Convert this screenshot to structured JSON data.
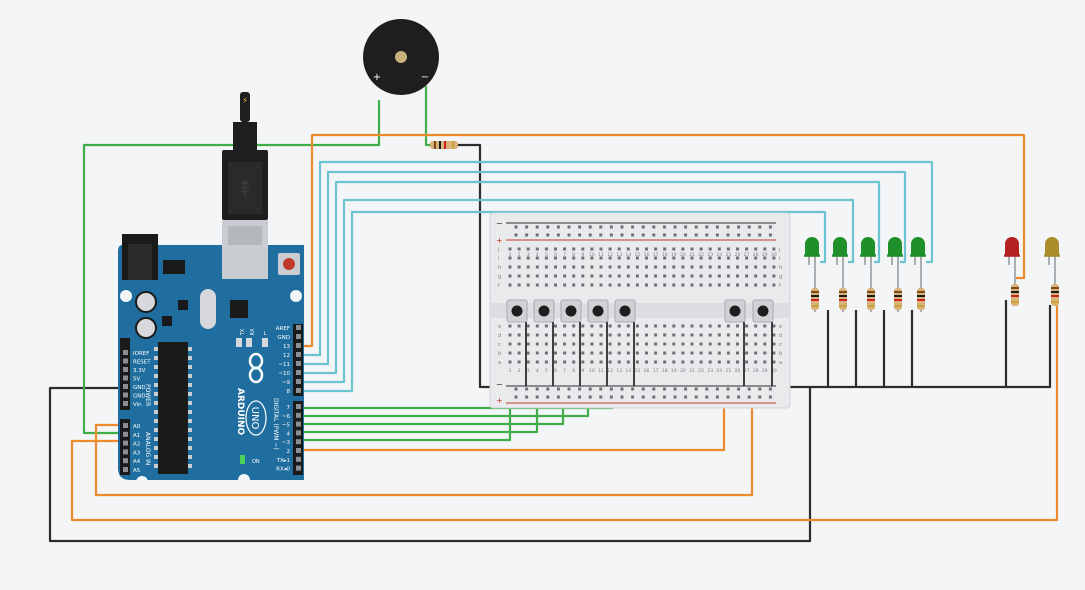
{
  "arduino": {
    "brand": "ARDUINO",
    "model": "UNO",
    "digital_label": "DIGITAL (PWM ~)",
    "power_label": "POWER",
    "analog_label": "ANALOG IN",
    "on_label": "ON",
    "l_label": "L",
    "tx_label": "TX",
    "rx_label": "RX",
    "top_pins": [
      "AREF",
      "GND",
      "13",
      "12",
      "~11",
      "~10",
      "~9",
      "8"
    ],
    "bottom_pins": [
      "7",
      "~6",
      "~5",
      "4",
      "~3",
      "2",
      "TX▸1",
      "RX◂0"
    ],
    "power_pins": [
      "IOREF",
      "RESET",
      "3.3V",
      "5V",
      "GND",
      "GND",
      "Vin"
    ],
    "analog_pins": [
      "A0",
      "A1",
      "A2",
      "A3",
      "A4",
      "A5"
    ]
  },
  "buzzer": {
    "plus": "+",
    "minus": "−"
  },
  "breadboard": {
    "rail_plus": "+",
    "rail_minus": "−",
    "row_letters_top": [
      "j",
      "i",
      "h",
      "g",
      "f"
    ],
    "row_letters_bottom": [
      "e",
      "d",
      "c",
      "b",
      "a"
    ],
    "column_numbers": [
      "1",
      "2",
      "3",
      "4",
      "5",
      "6",
      "7",
      "8",
      "9",
      "10",
      "11",
      "12",
      "13",
      "14",
      "15",
      "16",
      "17",
      "18",
      "19",
      "20",
      "21",
      "22",
      "23",
      "24",
      "25",
      "26",
      "27",
      "28",
      "29",
      "30"
    ]
  },
  "colors": {
    "wire_green": "#3fae49",
    "wire_cyan": "#6cc4d0",
    "wire_orange": "#ec8a2c",
    "wire_black": "#2c2c2c",
    "board_blue": "#1f6e9f",
    "led_green": "#1f8f2a",
    "led_red": "#b3231f",
    "led_yellow": "#a88d2a"
  }
}
